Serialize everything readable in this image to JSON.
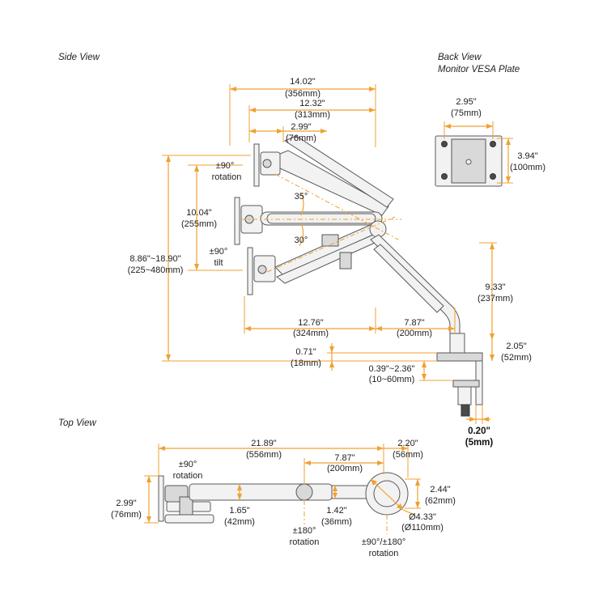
{
  "views": {
    "side": "Side View",
    "back_line1": "Back View",
    "back_line2": "Monitor VESA Plate",
    "top": "Top View"
  },
  "accent_color": "#f0a030",
  "side": {
    "width_total": {
      "in": "14.02\"",
      "mm": "(356mm)"
    },
    "width_mid": {
      "in": "12.32\"",
      "mm": "(313mm)"
    },
    "width_small": {
      "in": "2.99\"",
      "mm": "(76mm)"
    },
    "rotation": {
      "value": "±90°",
      "word": "rotation"
    },
    "tilt": {
      "value": "±90°",
      "word": "tilt"
    },
    "height_range": {
      "in": "10.04\"",
      "mm": "(255mm)"
    },
    "height_total": {
      "in": "8.86\"~18.90\"",
      "mm": "(225~480mm)"
    },
    "angle_up": "35°",
    "angle_down": "30°",
    "pole_height": {
      "in": "9.33\"",
      "mm": "(237mm)"
    },
    "base_height": {
      "in": "2.05\"",
      "mm": "(52mm)"
    },
    "reach_front": {
      "in": "12.76\"",
      "mm": "(324mm)"
    },
    "reach_back": {
      "in": "7.87\"",
      "mm": "(200mm)"
    },
    "base_thick": {
      "in": "0.71\"",
      "mm": "(18mm)"
    },
    "clamp_range": {
      "in": "0.39\"~2.36\"",
      "mm": "(10~60mm)"
    },
    "clamp_lip": {
      "in": "0.20\"",
      "mm": "(5mm)"
    }
  },
  "back": {
    "vesa_w": {
      "in": "2.95\"",
      "mm": "(75mm)"
    },
    "vesa_h": {
      "in": "3.94\"",
      "mm": "(100mm)"
    }
  },
  "top": {
    "total": {
      "in": "21.89\"",
      "mm": "(556mm)"
    },
    "arm2": {
      "in": "7.87\"",
      "mm": "(200mm)"
    },
    "base_d": {
      "in": "2.20\"",
      "mm": "(56mm)"
    },
    "rotation": {
      "value": "±90°",
      "word": "rotation"
    },
    "plate_h": {
      "in": "2.99\"",
      "mm": "(76mm)"
    },
    "arm1_w": {
      "in": "1.65\"",
      "mm": "(42mm)"
    },
    "arm2_w": {
      "in": "1.42\"",
      "mm": "(36mm)"
    },
    "base_w": {
      "in": "2.44\"",
      "mm": "(62mm)"
    },
    "base_dia": {
      "in": "Ø4.33\"",
      "mm": "(Ø110mm)"
    },
    "rot_mid": {
      "value": "±180°",
      "word": "rotation"
    },
    "rot_base": {
      "value": "±90°/±180°",
      "word": "rotation"
    }
  }
}
